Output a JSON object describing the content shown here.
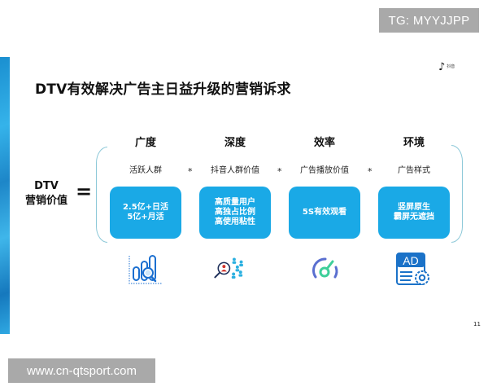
{
  "watermarks": {
    "top": "TG: MYYJJPP",
    "bottom": "www.cn-qtsport.com"
  },
  "slide": {
    "logo": {
      "icon": "tiktok-note-icon",
      "glyph": "♪",
      "text": "抖音"
    },
    "title": "DTV有效解决广告主日益升级的营销诉求",
    "equation": {
      "left_label_line1": "DTV",
      "left_label_line2": "营销价值",
      "equals": "=",
      "operator": "*"
    },
    "columns": [
      {
        "heading": "广度",
        "subtitle": "活跃人群",
        "box_lines": [
          "2.5亿+日活",
          "5亿+月活"
        ],
        "icon": "bar-chart-magnifier-icon"
      },
      {
        "heading": "深度",
        "subtitle": "抖音人群价值",
        "box_lines": [
          "高质量用户",
          "高独占比例",
          "高使用粘性"
        ],
        "icon": "user-search-icon"
      },
      {
        "heading": "效率",
        "subtitle": "广告播放价值",
        "box_lines": [
          "5S有效观看"
        ],
        "icon": "speedometer-icon"
      },
      {
        "heading": "环境",
        "subtitle": "广告样式",
        "box_lines": [
          "竖屏原生",
          "霸屏无遮挡"
        ],
        "icon": "ad-settings-icon"
      }
    ],
    "icon_labels": {
      "ad_text": "AD"
    },
    "page_number": "11"
  },
  "colors": {
    "box_fill": "#1aa9e6",
    "bracket": "#8cc8d8",
    "side_strip": "#1a8fd0",
    "watermark_bg": "#a9a9a9",
    "icon_blue": "#1b6fd0",
    "icon_teal": "#2bb0e0",
    "icon_red": "#d0342c",
    "gauge_purple": "#5a6fd0",
    "gauge_green": "#3ecf9a"
  }
}
